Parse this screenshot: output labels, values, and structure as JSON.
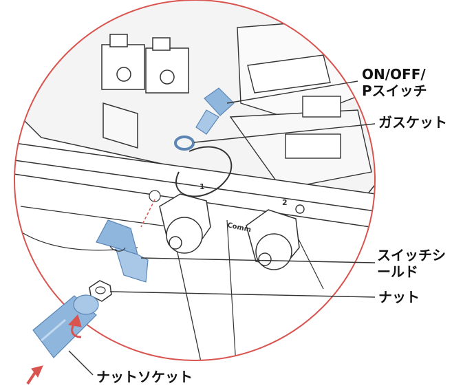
{
  "callouts": {
    "onoff_switch": [
      "ON/OFF/",
      "Pスイッチ"
    ],
    "gasket": "ガスケット",
    "switch_shield": [
      "スイッチシ",
      "ールド"
    ],
    "nut": "ナット",
    "nut_socket": "ナットソケット"
  },
  "markings": {
    "port_1": "1",
    "port_2": "2",
    "comm_label": "Comm"
  },
  "colors": {
    "circle_border": "#d9534f",
    "part_blue": "#8fb6dd",
    "part_blue_dark": "#5b86b5",
    "arrow_red": "#d9534f",
    "line": "#333333"
  }
}
